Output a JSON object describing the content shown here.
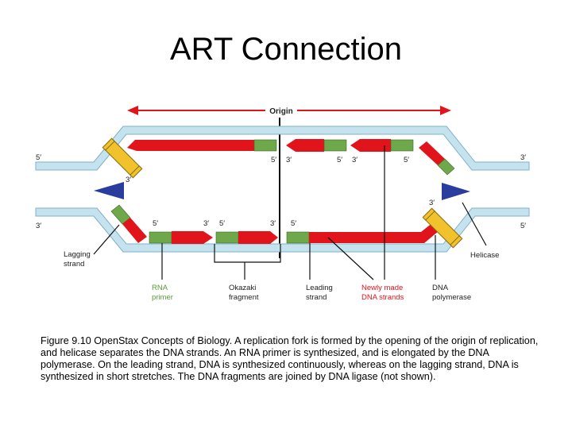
{
  "title": "ART Connection",
  "labels": {
    "origin": "Origin",
    "lagging_strand": [
      "Lagging",
      "strand"
    ],
    "helicase": "Helicase",
    "rna_primer": [
      "RNA",
      "primer"
    ],
    "okazaki_fragment": [
      "Okazaki",
      "fragment"
    ],
    "leading_strand": [
      "Leading",
      "strand"
    ],
    "newly_made": [
      "Newly made",
      "DNA strands"
    ],
    "dna_polymerase": [
      "DNA",
      "polymerase"
    ],
    "five_prime": "5′",
    "three_prime": "3′"
  },
  "colors": {
    "parent_strand": "#c5e3ee",
    "parent_border": "#7fb0c6",
    "new_strand": "#e1141b",
    "primer": "#6fa84a",
    "polymerase": "#f2c22c",
    "helicase": "#2a3c9e"
  },
  "caption": "Figure 9.10 OpenStax Concepts of Biology.  A replication fork is formed by the opening of the origin of replication, and helicase separates the DNA strands. An RNA primer is synthesized, and is elongated by the DNA polymerase. On the leading strand, DNA is synthesized continuously, whereas on the lagging strand, DNA is synthesized in short stretches. The DNA fragments are joined by DNA ligase (not shown)."
}
